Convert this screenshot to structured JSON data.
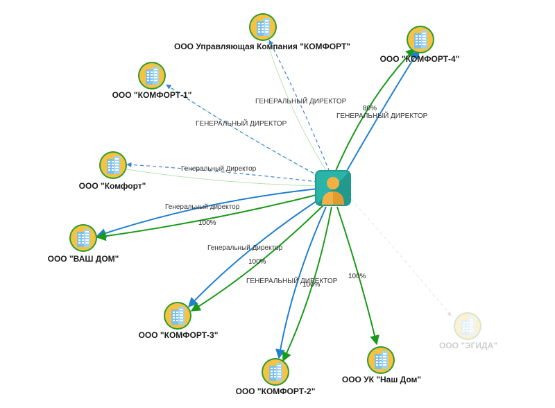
{
  "colors": {
    "ownership": "#1a9a1a",
    "director": "#1f7fd0",
    "director_history": "#3b82d4",
    "thin_link": "#b9e2b0",
    "company_fill": "#f5c242",
    "company_ring": "#2e9a2e",
    "building": "#7ec0e8",
    "person_bg": "#2bb5a8",
    "person_fg": "#f5b043"
  },
  "person": {
    "icon": "person-icon"
  },
  "companies": [
    {
      "id": "upr",
      "label": "ООО Управляющая Компания \"КОМФОРТ\"",
      "icon": "building-icon"
    },
    {
      "id": "k4",
      "label": "ООО \"КОМФОРТ-4\"",
      "icon": "building-icon"
    },
    {
      "id": "k1",
      "label": "ООО \"КОМФОРТ-1\"",
      "icon": "building-icon"
    },
    {
      "id": "komf",
      "label": "ООО \"Комфорт\"",
      "icon": "building-icon"
    },
    {
      "id": "vash",
      "label": "ООО \"ВАШ ДОМ\"",
      "icon": "building-icon"
    },
    {
      "id": "k3",
      "label": "ООО \"КОМФОРТ-3\"",
      "icon": "building-icon"
    },
    {
      "id": "k2",
      "label": "ООО \"КОМФОРТ-2\"",
      "icon": "building-icon"
    },
    {
      "id": "nash",
      "label": "ООО УК \"Наш Дом\"",
      "icon": "building-icon"
    },
    {
      "id": "egida",
      "label": "ООО \"ЭГИДА\"",
      "icon": "building-icon",
      "faded": true
    }
  ],
  "edge_labels": {
    "upr_director": "ГЕНЕРАЛЬНЫЙ ДИРЕКТОР",
    "k1_director": "ГЕНЕРАЛЬНЫЙ ДИРЕКТОР",
    "k4_director": "ГЕНЕРАЛЬНЫЙ ДИРЕКТОР",
    "k4_share": "80%",
    "komf_director": "Генеральный Директор",
    "vash_director": "Генеральный директор",
    "vash_share": "100%",
    "k3_director": "Генеральный Директор",
    "k3_share": "100%",
    "k2_director": "ГЕНЕРАЛЬНЫЙ ДИРЕКТОР",
    "k2_share": "100%",
    "nash_share": "100%"
  }
}
